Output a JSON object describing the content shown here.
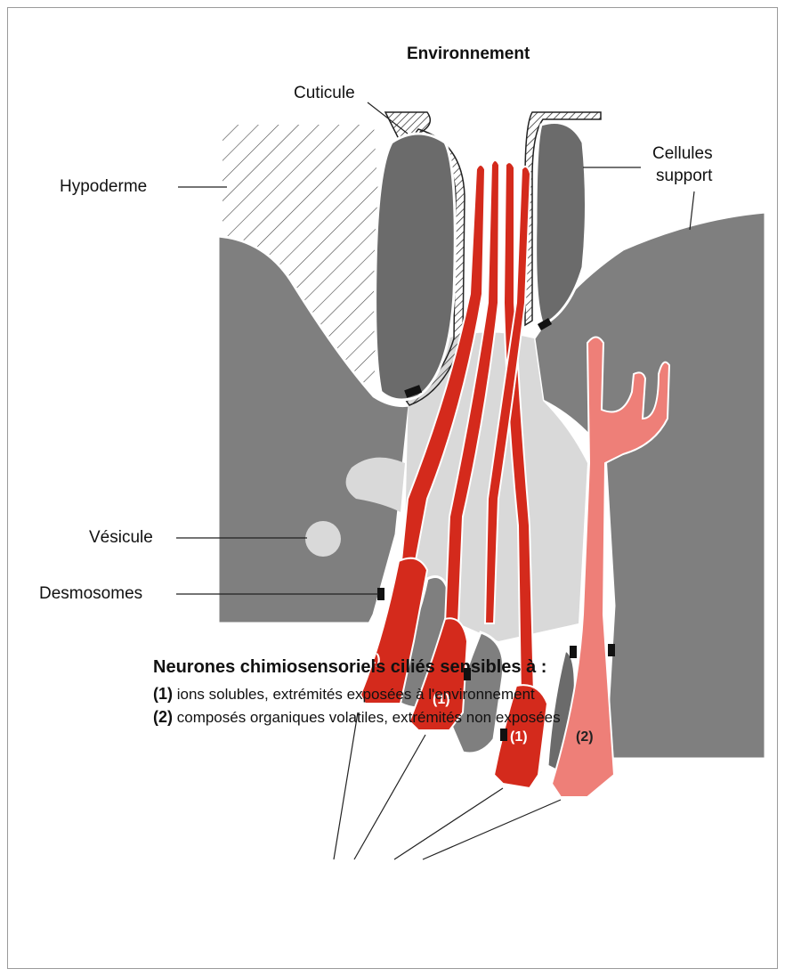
{
  "diagram": {
    "title": "Environnement",
    "labels": {
      "cuticule": "Cuticule",
      "hypoderme": "Hypoderme",
      "cellules_support_line1": "Cellules",
      "cellules_support_line2": "support",
      "vesicule": "Vésicule",
      "desmosomes": "Desmosomes"
    },
    "neuron_markers": {
      "type1": "(1)",
      "type2": "(2)"
    },
    "colors": {
      "support_cell": "#7f7f7f",
      "dark_support_cell": "#6b6b6b",
      "neuron_type1": "#d42a1c",
      "neuron_type2": "#ee7f78",
      "lumen": "#d9d9d9",
      "desmosome": "#111111"
    }
  },
  "legend": {
    "title": "Neurones chimiosensoriels ciliés sensibles à :",
    "items": [
      {
        "marker": "(1)",
        "text": "ions solubles, extrémités exposées à l'environnement"
      },
      {
        "marker": "(2)",
        "text": "composés organiques volatiles, extrémités non exposées"
      }
    ]
  }
}
